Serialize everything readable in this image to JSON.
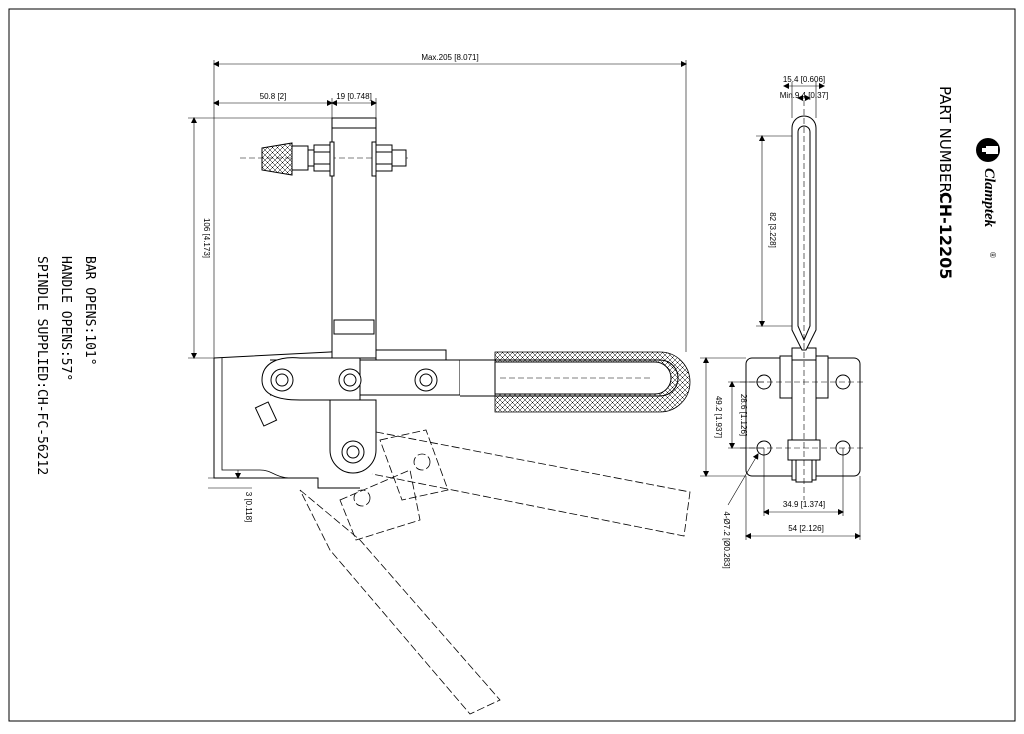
{
  "drawing": {
    "brand": "Clamptek",
    "brand_mark": "®",
    "part_number_label": "PART NUMBER:",
    "part_number": "CH-12205",
    "notes": [
      "BAR OPENS:101°",
      "HANDLE OPENS:57°",
      "SPINDLE SUPPLIED:CH-FC-56212"
    ]
  },
  "dimensions": {
    "overall_width": "Max.205 [8.071]",
    "spindle_offset": "50.8 [2]",
    "bar_width": "19 [0.748]",
    "height": "106 [4.173]",
    "base_thickness": "3 [0.118]",
    "handle_width": "15.4 [0.606]",
    "handle_min": "Min.9.4 [0.37]",
    "handle_length": "82 [3.228]",
    "base_height_inner": "28.6 [1.126]",
    "base_height_outer": "49.2 [1.937]",
    "hole_spacing": "34.9 [1.374]",
    "base_width": "54 [2.126]",
    "holes": "4-Ø7.2 [Ø0.283]"
  },
  "colors": {
    "line": "#000000",
    "background": "#ffffff"
  }
}
